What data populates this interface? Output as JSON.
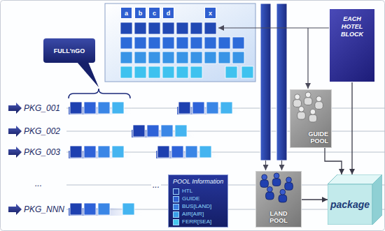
{
  "diagram": {
    "nodes": [
      {
        "text": [
          "a"
        ]
      },
      {
        "text": [
          "b"
        ]
      },
      {
        "text": [
          "c"
        ]
      },
      {
        "text": [
          "d"
        ]
      },
      {
        "text": [
          "x"
        ]
      },
      {
        "text": [
          "EACH HOTEL BLOCK"
        ]
      },
      {
        "text": [
          "FULL'nGO"
        ]
      },
      {
        "text": [
          "GUIDE POOL"
        ]
      },
      {
        "text": [
          "POOL Information"
        ]
      },
      {
        "text": [
          "LAND POOL"
        ]
      },
      {
        "text": [
          "package"
        ]
      }
    ],
    "edges": [
      {
        "from": 5,
        "to": 10,
        "arrow": "to"
      },
      {
        "from": 7,
        "to": 10,
        "arrow": "to"
      },
      {
        "from": 9,
        "to": 10,
        "arrow": "to"
      }
    ],
    "labels": [
      "PKG_001",
      "PKG_002",
      "PKG_003",
      "...",
      "...",
      "PKG_NNN"
    ],
    "legend": [
      {
        "text": "HTL",
        "color": "#1f3a9e"
      },
      {
        "text": "GUIDE",
        "color": "#2e5fd0"
      },
      {
        "text": "BUS[LAND]",
        "color": "#3a7fe0"
      },
      {
        "text": "AIR[AIR]",
        "color": "#3aa0e8"
      },
      {
        "text": "FERR[SEA]",
        "color": "#45c8ee"
      }
    ]
  }
}
